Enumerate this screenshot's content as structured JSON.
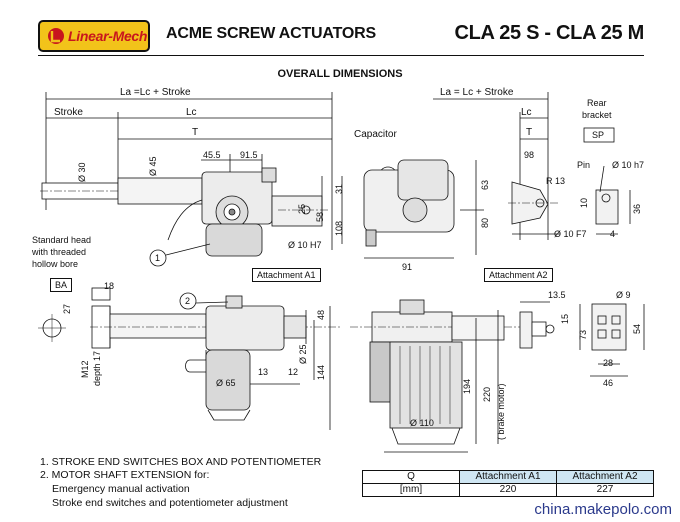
{
  "header": {
    "brand": "Linear-Mech",
    "title": "ACME SCREW ACTUATORS",
    "model": "CLA 25 S - CLA 25 M"
  },
  "subtitle": "OVERALL DIMENSIONS",
  "colors": {
    "logo_bg": "#f2c31a",
    "logo_text": "#c8161d",
    "table_header": "#cfe6f3",
    "watermark": "#2b3a8c"
  },
  "side_view": {
    "la_label": "La =Lc + Stroke",
    "stroke_label": "Stroke",
    "lc_label": "Lc",
    "t_label": "T",
    "dims": [
      "45.5",
      "91.5",
      "Ø 30",
      "Ø 45",
      "31",
      "25",
      "58",
      "108",
      "Ø 10 H7"
    ],
    "callout_1": "1",
    "box_label": "Attachment A1",
    "head_note": [
      "Standard head",
      "with threaded",
      "hollow bore"
    ],
    "head_code": "BA"
  },
  "front_view": {
    "capacitor": "Capacitor",
    "dims": [
      "63",
      "80",
      "91"
    ]
  },
  "right_view": {
    "la_label": "La = Lc + Stroke",
    "lc_label": "Lc",
    "t_label": "T",
    "rear_bracket": [
      "Rear",
      "bracket"
    ],
    "rear_code": "SP",
    "pin_label": "Pin",
    "dims": [
      "98",
      "Ø 10 h7",
      "R 13",
      "10",
      "Ø 10 F7",
      "4",
      "36"
    ],
    "box_label": "Attachment A2"
  },
  "top_view": {
    "callout_2": "2",
    "dims": [
      "18",
      "27",
      "M12",
      "depth 17",
      "48",
      "Ø 25",
      "144",
      "13",
      "12",
      "Ø 65"
    ]
  },
  "motor_view": {
    "dims": [
      "Ø 110",
      "194",
      "220",
      "( brake motor)"
    ]
  },
  "bracket_view": {
    "dims": [
      "13.5",
      "15",
      "Ø 9",
      "73",
      "54",
      "28",
      "46"
    ]
  },
  "notes": [
    "1. STROKE END SWITCHES BOX AND POTENTIOMETER",
    "2. MOTOR SHAFT EXTENSION for:",
    "Emergency manual activation",
    "Stroke end switches and potentiometer adjustment"
  ],
  "q_table": {
    "q_label": "Q",
    "unit_label": "[mm]",
    "headers": [
      "Attachment A1",
      "Attachment A2"
    ],
    "values": [
      "220",
      "227"
    ]
  },
  "watermark": "china.makepolo.com"
}
